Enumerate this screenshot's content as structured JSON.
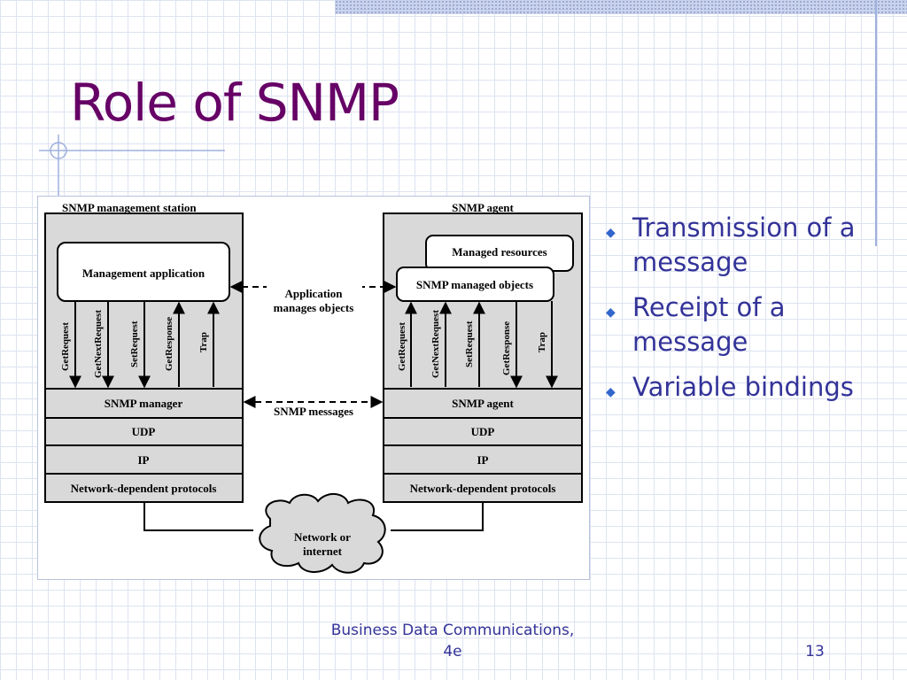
{
  "slide": {
    "title": "Role of SNMP",
    "bullets": [
      {
        "text": "Transmission of a message"
      },
      {
        "text": "Receipt of a message"
      },
      {
        "text": "Variable bindings"
      }
    ],
    "footer": {
      "line1": "Business Data Communications,",
      "line2": "4e"
    },
    "page_number": "13",
    "bullet_icon": "diamond-bullet-icon"
  },
  "diagram": {
    "station": {
      "title": "SNMP management station",
      "app": "Management application",
      "layers": [
        "SNMP manager",
        "UDP",
        "IP",
        "Network-dependent protocols"
      ],
      "pdus": [
        "GetRequest",
        "GetNextRequest",
        "SetRequest",
        "GetResponse",
        "Trap"
      ]
    },
    "agent": {
      "title": "SNMP agent",
      "resources": "Managed resources",
      "objects": "SNMP managed objects",
      "layers": [
        "SNMP agent",
        "UDP",
        "IP",
        "Network-dependent protocols"
      ],
      "pdus": [
        "GetRequest",
        "GetNextRequest",
        "SetRequest",
        "GetResponse",
        "Trap"
      ]
    },
    "mid": {
      "app_line1": "Application",
      "app_line2": "manages objects",
      "messages": "SNMP messages"
    },
    "cloud": {
      "line1": "Network or",
      "line2": "internet"
    }
  },
  "colors": {
    "title": "#660066",
    "body_text": "#333399",
    "bullet": "#3366cc",
    "diagram_gray": "#d9d9d9"
  }
}
